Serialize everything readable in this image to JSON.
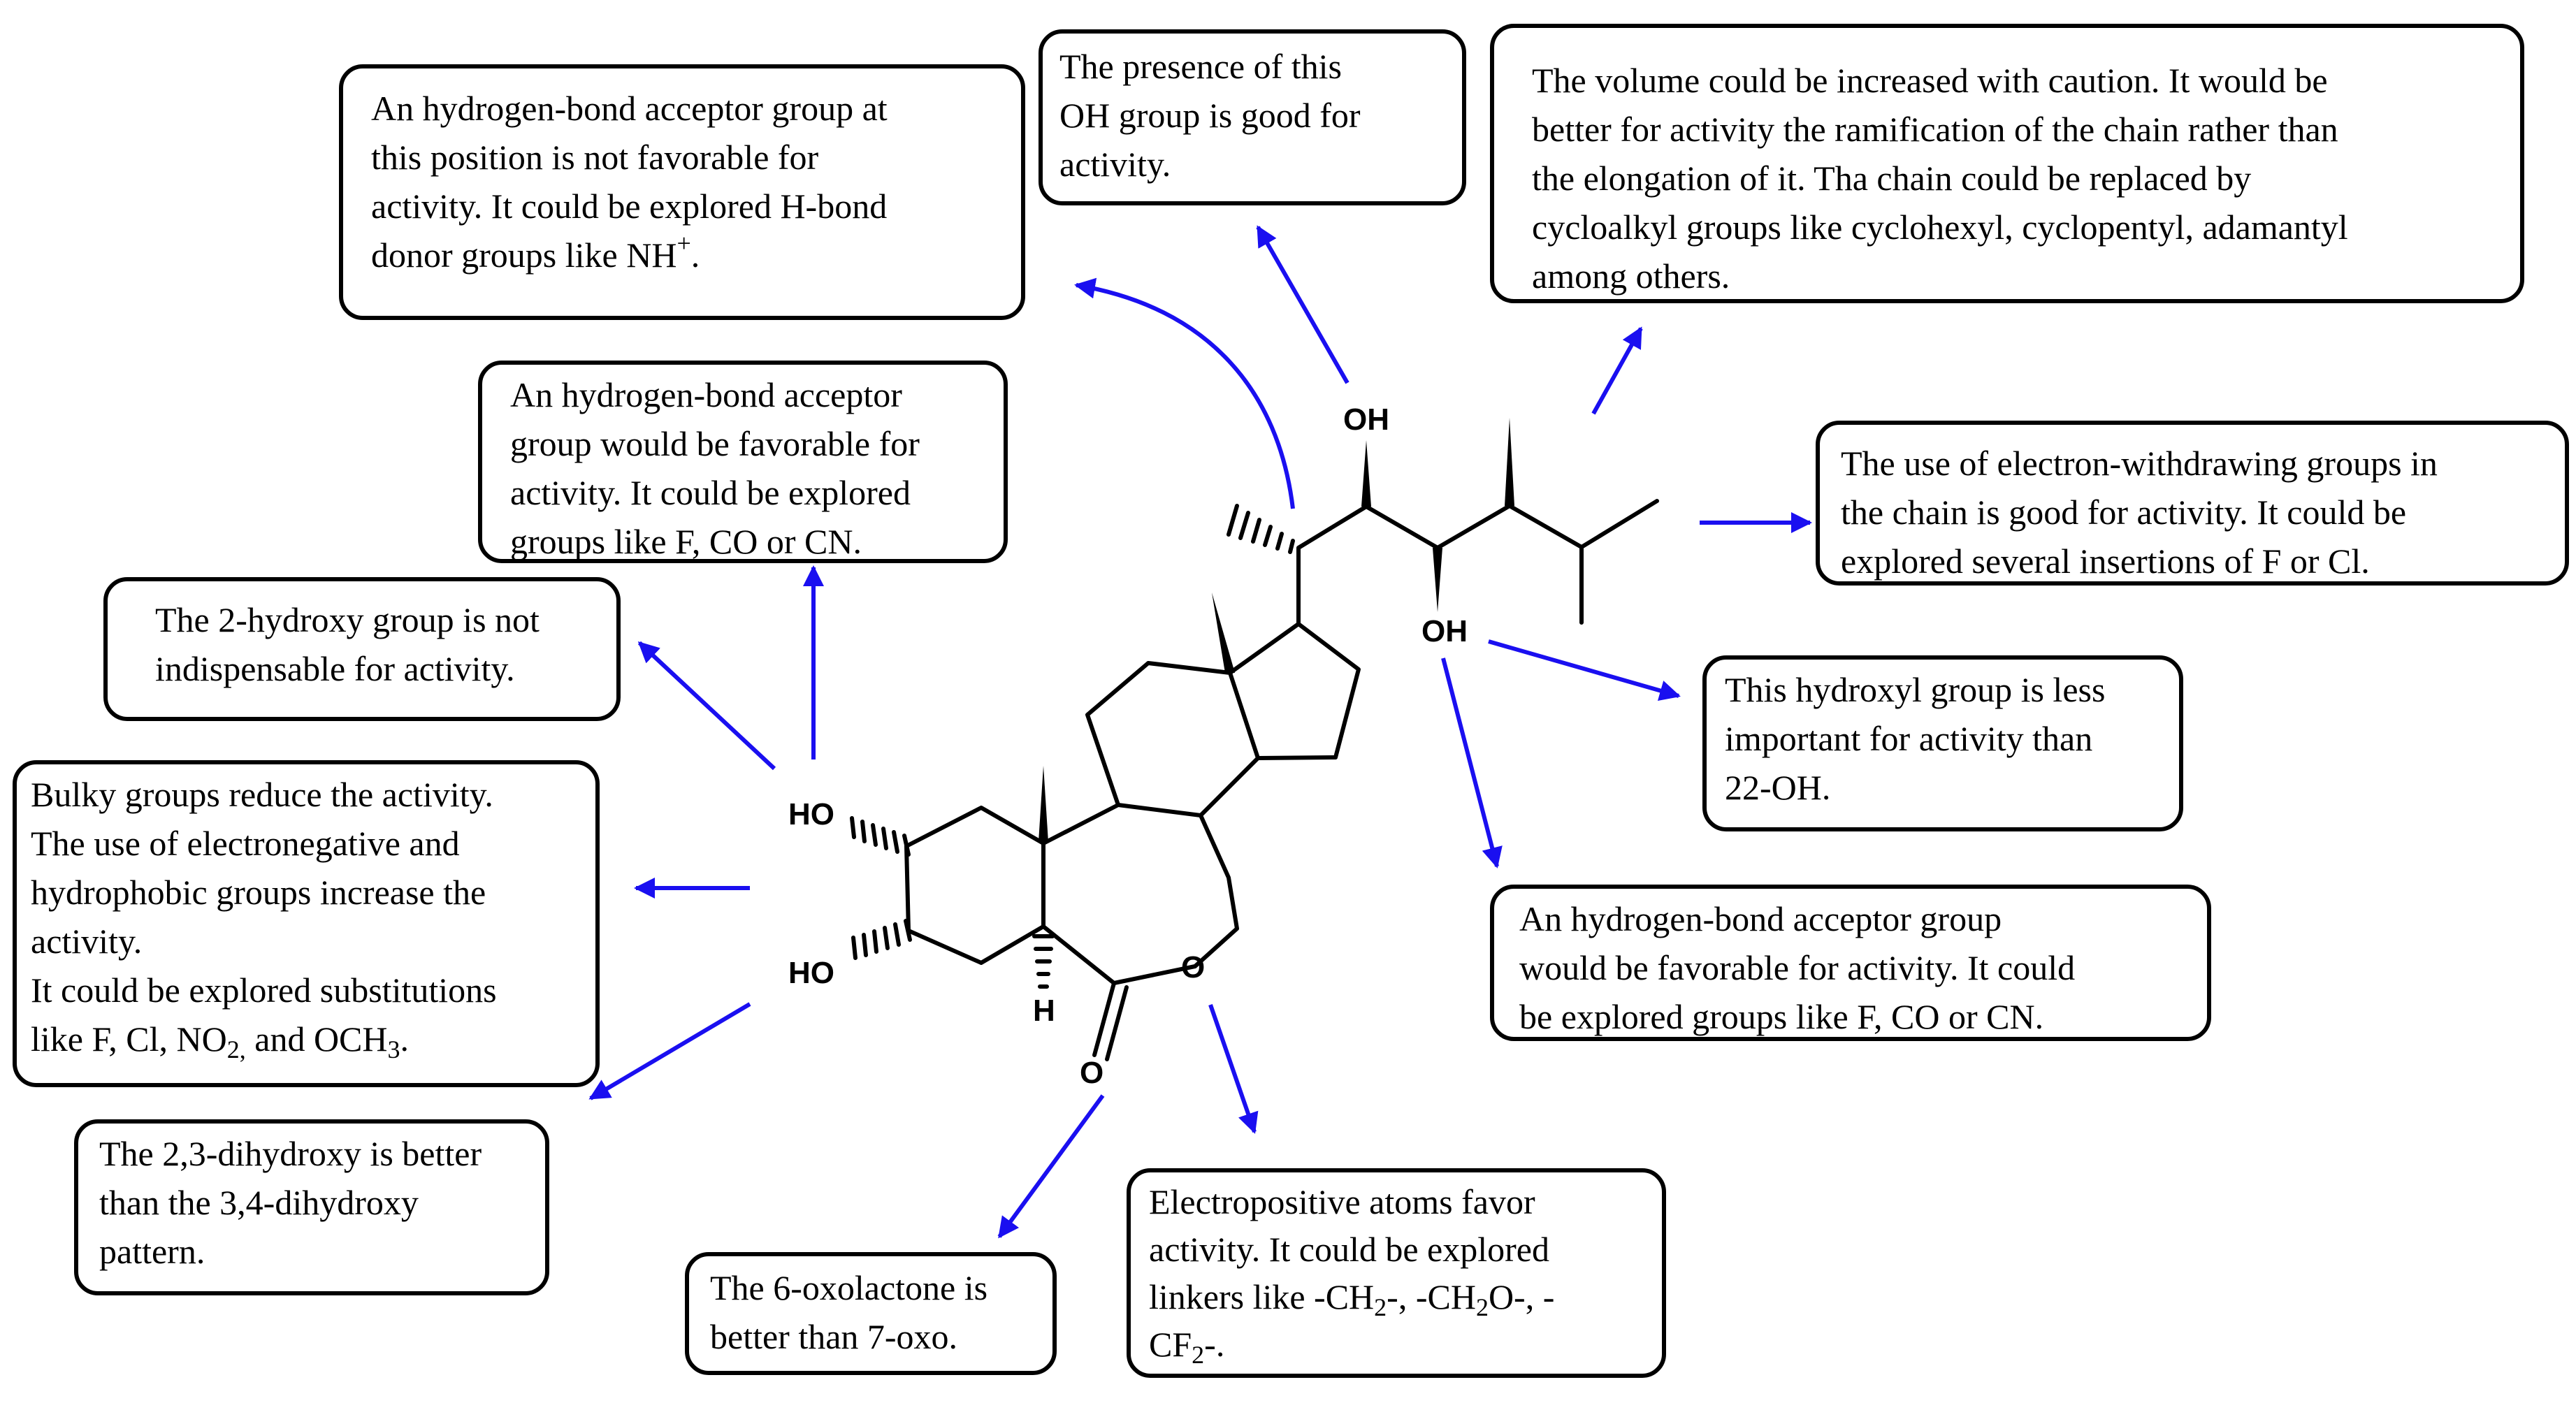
{
  "notes": {
    "hbond_acceptor_not_favorable": {
      "line1": "An hydrogen-bond acceptor group at",
      "line2": "this position is not favorable for",
      "line3": "activity. It could be explored H-bond",
      "line4_text": "donor groups like NH",
      "line4_sup": "+",
      "line4_end": "."
    },
    "oh_presence_good": {
      "line1": "The presence of this",
      "line2": "OH group is good for",
      "line3": "activity."
    },
    "volume_caution": {
      "line1": "The volume could be increased with caution. It would be",
      "line2": "better for activity the ramification of the chain rather than",
      "line3": "the elongation of it. Tha chain could be replaced by",
      "line4": "cycloalkyl groups like cyclohexyl, cyclopentyl, adamantyl",
      "line5": "among others."
    },
    "hbond_acceptor_favorable_upper": {
      "line1": "An hydrogen-bond acceptor",
      "line2": "group would be favorable for",
      "line3": "activity. It could be explored",
      "line4": "groups like F, CO or CN."
    },
    "electron_withdrawing": {
      "line1": "The use of electron-withdrawing groups in",
      "line2": "the chain is good for activity. It could be",
      "line3": "explored several insertions of F or Cl."
    },
    "two_hydroxy": {
      "line1": "The 2-hydroxy group is not",
      "line2": "indispensable for activity."
    },
    "hydroxyl_less_important": {
      "line1": "This hydroxyl group is less",
      "line2": "important for activity than",
      "line3": "22-OH."
    },
    "bulky_groups": {
      "line1": "Bulky groups reduce the activity.",
      "line2": "The use of electronegative and",
      "line3": "hydrophobic groups increase the",
      "line4": "activity.",
      "line5": "It could be explored substitutions",
      "line6_a": "like F, Cl, NO",
      "line6_sub1": "2,",
      "line6_b": " and OCH",
      "line6_sub2": "3",
      "line6_c": "."
    },
    "hbond_acceptor_favorable_lower": {
      "line1": "An hydrogen-bond acceptor group",
      "line2": "would be favorable for activity. It could",
      "line3": "be explored groups like F, CO or CN."
    },
    "dihydroxy_pattern": {
      "line1": "The 2,3-dihydroxy is better",
      "line2": "than the 3,4-dihydroxy",
      "line3": "pattern."
    },
    "oxolactone": {
      "line1": "The 6-oxolactone is",
      "line2": "better than 7-oxo."
    },
    "electropositive": {
      "line1": "Electropositive atoms favor",
      "line2": "activity. It could be explored",
      "line3_a": "linkers like -CH",
      "line3_sub1": "2",
      "line3_b": "-, -CH",
      "line3_sub2": "2",
      "line3_c": "O-, -",
      "line4_a": "CF",
      "line4_sub": "2",
      "line4_b": "-."
    }
  },
  "molecule": {
    "atom_labels": {
      "oh_22": "OH",
      "oh_23": "OH",
      "ho_2": "HO",
      "ho_3": "HO",
      "ring_o": "O",
      "carbonyl_o": "O",
      "h_5": "H"
    }
  },
  "colors": {
    "arrow": "#1a0ff0",
    "bond": "#000000",
    "box_border": "#000000",
    "background": "#ffffff"
  }
}
